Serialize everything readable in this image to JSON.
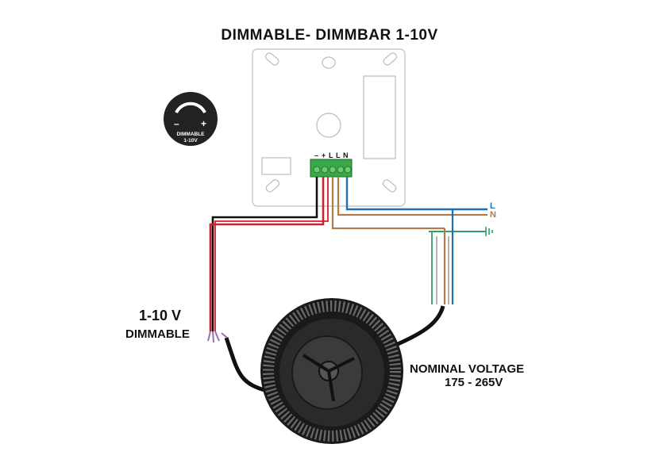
{
  "title": "DIMMABLE- DIMMBAR  1-10V",
  "icon": {
    "minus": "–",
    "plus": "+",
    "label_top": "DIMMABLE",
    "label_bottom": "1-10V"
  },
  "terminal": {
    "minus": "–",
    "plus": "+",
    "l1": "L",
    "l2": "L",
    "n": "N"
  },
  "wire_labels": {
    "live": "L",
    "neutral": "N"
  },
  "dimmable_label": {
    "line1": "1-10 V",
    "line2": "DIMMABLE"
  },
  "voltage_label": {
    "line1": "NOMINAL VOLTAGE",
    "line2": "175 - 265V"
  },
  "colors": {
    "live": "#1f6fb4",
    "neutral": "#b07b4a",
    "earth": "#2e9e6a",
    "red": "#c8232c",
    "black": "#111111",
    "terminal": "#3aa84a"
  }
}
